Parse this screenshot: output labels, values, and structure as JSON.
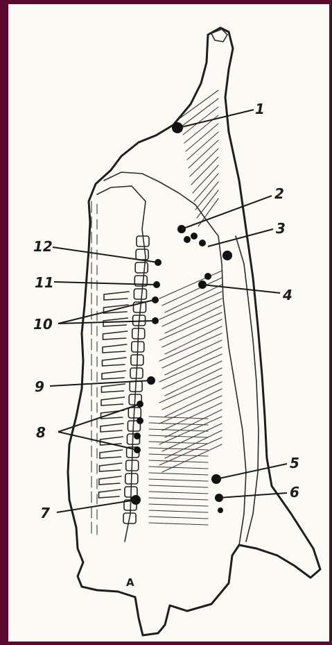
{
  "labels": [
    {
      "id": "1",
      "text": "1"
    },
    {
      "id": "2",
      "text": "2"
    },
    {
      "id": "3",
      "text": "3"
    },
    {
      "id": "4",
      "text": "4"
    },
    {
      "id": "5",
      "text": "5"
    },
    {
      "id": "6",
      "text": "6"
    },
    {
      "id": "7",
      "text": "7"
    },
    {
      "id": "8",
      "text": "8"
    },
    {
      "id": "9",
      "text": "9"
    },
    {
      "id": "10",
      "text": "10"
    },
    {
      "id": "11",
      "text": "11"
    },
    {
      "id": "12",
      "text": "12"
    }
  ],
  "bottom_mark": "A",
  "colors": {
    "frame": "#5a0a2c",
    "paper": "#fbfaf4",
    "ink": "#1e1e1e"
  }
}
